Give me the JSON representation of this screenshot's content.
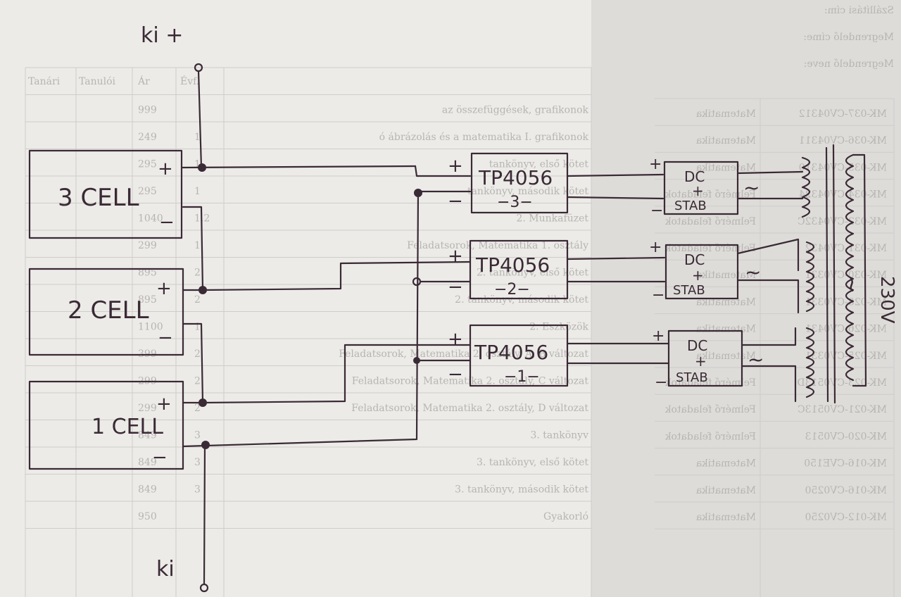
{
  "colors": {
    "paper_left": "#ecebe8",
    "paper_right": "#dedcd9",
    "ink": "#3a2a35",
    "bleed_text": "#b7b5b2"
  },
  "diagram": {
    "output_plus_label": "ki +",
    "output_minus_label": "ki",
    "cells": [
      {
        "label": "3  CELL",
        "plus": "+",
        "minus": "−"
      },
      {
        "label": "2  CELL",
        "plus": "+",
        "minus": "−"
      },
      {
        "label": "1 CELL",
        "plus": "+",
        "minus": "−"
      }
    ],
    "chargers": [
      {
        "name": "TP4056",
        "index": "−3−",
        "plus": "+",
        "minus": "−"
      },
      {
        "name": "TP4056",
        "index": "−2−",
        "plus": "+",
        "minus": "−"
      },
      {
        "name": "TP4056",
        "index": "−1−",
        "plus": "+",
        "minus": "−"
      }
    ],
    "converters": [
      {
        "line1": "DC",
        "line2": "+",
        "line3": "STAB",
        "ac_symbol": "~",
        "plus": "+",
        "minus": "−"
      },
      {
        "line1": "DC",
        "line2": "+",
        "line3": "STAB",
        "ac_symbol": "~",
        "plus": "+",
        "minus": "−"
      },
      {
        "line1": "DC",
        "line2": "+",
        "line3": "STAB",
        "ac_symbol": "~",
        "plus": "+",
        "minus": "−"
      }
    ],
    "transformer": {
      "voltage": "230V",
      "ac_symbol": "~"
    }
  },
  "background_table": {
    "header": [
      "Tanári",
      "Tanulói",
      "Ár",
      "Évf."
    ],
    "rows": [
      {
        "title": "az összefüggések, grafikonok",
        "grade": "",
        "price": "999"
      },
      {
        "title": "ó ábrázolás és a matematika I. grafikonok",
        "grade": "1",
        "price": "249"
      },
      {
        "title": "tankönyv, első kötet",
        "grade": "1",
        "price": "295"
      },
      {
        "title": "tankönyv, második kötet",
        "grade": "1",
        "price": "295"
      },
      {
        "title": "2. Munkafüzet",
        "grade": "1.2",
        "price": "1040"
      },
      {
        "title": "Feladatsorok, Matematika 1. osztály",
        "grade": "1",
        "price": "299"
      },
      {
        "title": "2. tankönyv, első kötet",
        "grade": "2",
        "price": "895"
      },
      {
        "title": "2. tankönyv, második kötet",
        "grade": "2",
        "price": "895"
      },
      {
        "title": "2. Eszközök",
        "grade": "1",
        "price": "1100"
      },
      {
        "title": "Feladatsorok, Matematika 2. osztály, A, B változat",
        "grade": "2",
        "price": "399"
      },
      {
        "title": "Feladatsorok, Matematika 2. osztály, C változat",
        "grade": "2",
        "price": "299"
      },
      {
        "title": "Feladatsorok, Matematika 2. osztály, D változat",
        "grade": "2",
        "price": "299"
      },
      {
        "title": "3. tankönyv",
        "grade": "3",
        "price": "849"
      },
      {
        "title": "3. tankönyv, első kötet",
        "grade": "3",
        "price": "849"
      },
      {
        "title": "3. tankönyv, második kötet",
        "grade": "3",
        "price": "849"
      },
      {
        "title": "Gyakorló",
        "grade": "",
        "price": "950"
      }
    ],
    "mirrored_codes": [
      "MK-037-CV04312",
      "MK-036-CV04311",
      "MK-035-CV04310",
      "MK-034-CV04324",
      "MK-032-CV0432C",
      "MK-031-CV0432",
      "MK-030-CV0331",
      "MK-028-CV0331",
      "MK-026-CV0431",
      "MK-025-CV0331",
      "MK-023-CV0513D",
      "MK-021-CV0513C",
      "MK-020-CV0513",
      "MK-016-CVE150",
      "MK-016-CV0250",
      "MK-012-CV0250"
    ],
    "mirrored_subjects": [
      "Matematika",
      "Matematika",
      "Matematika",
      "Felmérő feladatok",
      "Felmérő feladatok",
      "Felmérő feladatok",
      "Matematika",
      "Matematika",
      "Matematika",
      "Matematika",
      "Felmérő feladatok",
      "Felmérő feladatok",
      "Felmérő feladatok",
      "Matematika",
      "Matematika",
      "Matematika"
    ],
    "mirrored_form_labels": [
      "Megrendelő neve:",
      "Megrendelő címe:",
      "Szállítási cím:"
    ]
  }
}
